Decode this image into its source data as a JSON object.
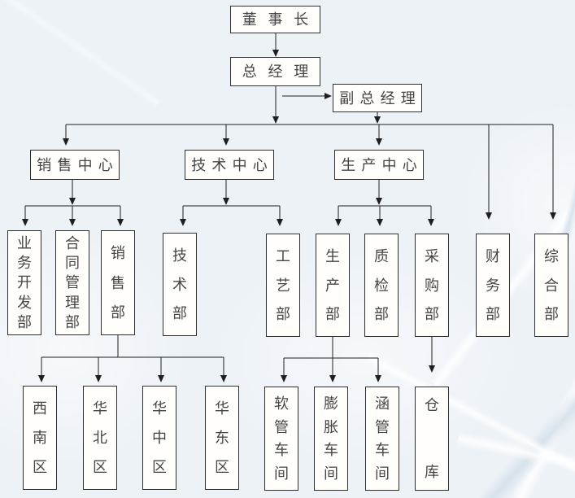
{
  "diagram": {
    "type": "org-chart",
    "language": "zh-CN"
  },
  "nodes": {
    "chairman": {
      "label": "董事长"
    },
    "general_manager": {
      "label": "总经理"
    },
    "deputy_general_manager": {
      "label": "副总经理"
    },
    "sales_center": {
      "label": "销售中心"
    },
    "technology_center": {
      "label": "技术中心"
    },
    "production_center": {
      "label": "生产中心"
    },
    "business_development_dept": {
      "label": "业务开发部"
    },
    "contract_management_dept": {
      "label": "合同管理部"
    },
    "sales_dept": {
      "label": "销售部"
    },
    "technology_dept": {
      "label": "技术部"
    },
    "process_dept": {
      "label": "工艺部"
    },
    "production_dept": {
      "label": "生产部"
    },
    "quality_inspection_dept": {
      "label": "质检部"
    },
    "purchasing_dept": {
      "label": "采购部"
    },
    "finance_dept": {
      "label": "财务部"
    },
    "general_affairs_dept": {
      "label": "综合部"
    },
    "southwest_region": {
      "label": "西南区"
    },
    "north_china_region": {
      "label": "华北区"
    },
    "central_china_region": {
      "label": "华中区"
    },
    "east_china_region": {
      "label": "华东区"
    },
    "hose_workshop": {
      "label": "软管车间"
    },
    "expansion_workshop": {
      "label": "膨胀车间"
    },
    "culvert_pipe_workshop": {
      "label": "涵管车间"
    },
    "warehouse": {
      "label": "仓库"
    }
  },
  "edges": [
    {
      "from": "chairman",
      "to": "general_manager"
    },
    {
      "from": "general_manager",
      "to": "deputy_general_manager"
    },
    {
      "from": "general_manager",
      "to": "sales_center"
    },
    {
      "from": "general_manager",
      "to": "technology_center"
    },
    {
      "from": "general_manager",
      "to": "production_center"
    },
    {
      "from": "general_manager",
      "to": "finance_dept"
    },
    {
      "from": "general_manager",
      "to": "general_affairs_dept"
    },
    {
      "from": "deputy_general_manager",
      "to": "sales_center"
    },
    {
      "from": "deputy_general_manager",
      "to": "technology_center"
    },
    {
      "from": "deputy_general_manager",
      "to": "production_center"
    },
    {
      "from": "deputy_general_manager",
      "to": "finance_dept"
    },
    {
      "from": "deputy_general_manager",
      "to": "general_affairs_dept"
    },
    {
      "from": "sales_center",
      "to": "business_development_dept"
    },
    {
      "from": "sales_center",
      "to": "contract_management_dept"
    },
    {
      "from": "sales_center",
      "to": "sales_dept"
    },
    {
      "from": "technology_center",
      "to": "technology_dept"
    },
    {
      "from": "technology_center",
      "to": "process_dept"
    },
    {
      "from": "production_center",
      "to": "production_dept"
    },
    {
      "from": "production_center",
      "to": "quality_inspection_dept"
    },
    {
      "from": "production_center",
      "to": "purchasing_dept"
    },
    {
      "from": "sales_dept",
      "to": "southwest_region"
    },
    {
      "from": "sales_dept",
      "to": "north_china_region"
    },
    {
      "from": "sales_dept",
      "to": "central_china_region"
    },
    {
      "from": "sales_dept",
      "to": "east_china_region"
    },
    {
      "from": "production_dept",
      "to": "hose_workshop"
    },
    {
      "from": "production_dept",
      "to": "expansion_workshop"
    },
    {
      "from": "production_dept",
      "to": "culvert_pipe_workshop"
    },
    {
      "from": "purchasing_dept",
      "to": "warehouse"
    }
  ],
  "colors": {
    "background": "#edf2f7",
    "box_fill": "#fffefa",
    "box_border": "#2f2f2f",
    "connector": "#1f1f1f",
    "text": "#454545"
  }
}
